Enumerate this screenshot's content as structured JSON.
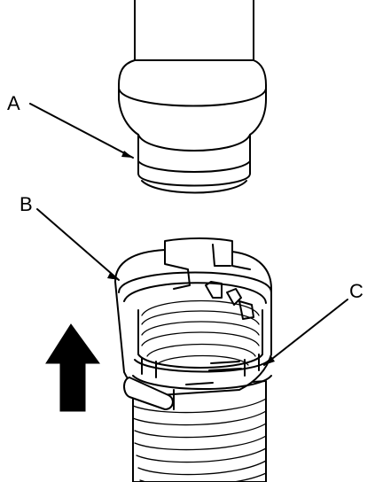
{
  "diagram": {
    "callouts": {
      "a": "A",
      "b": "B",
      "c": "C"
    },
    "icons": {
      "direction_arrow": "up-arrow-icon"
    },
    "colors": {
      "line": "#000000",
      "background": "#ffffff"
    }
  }
}
